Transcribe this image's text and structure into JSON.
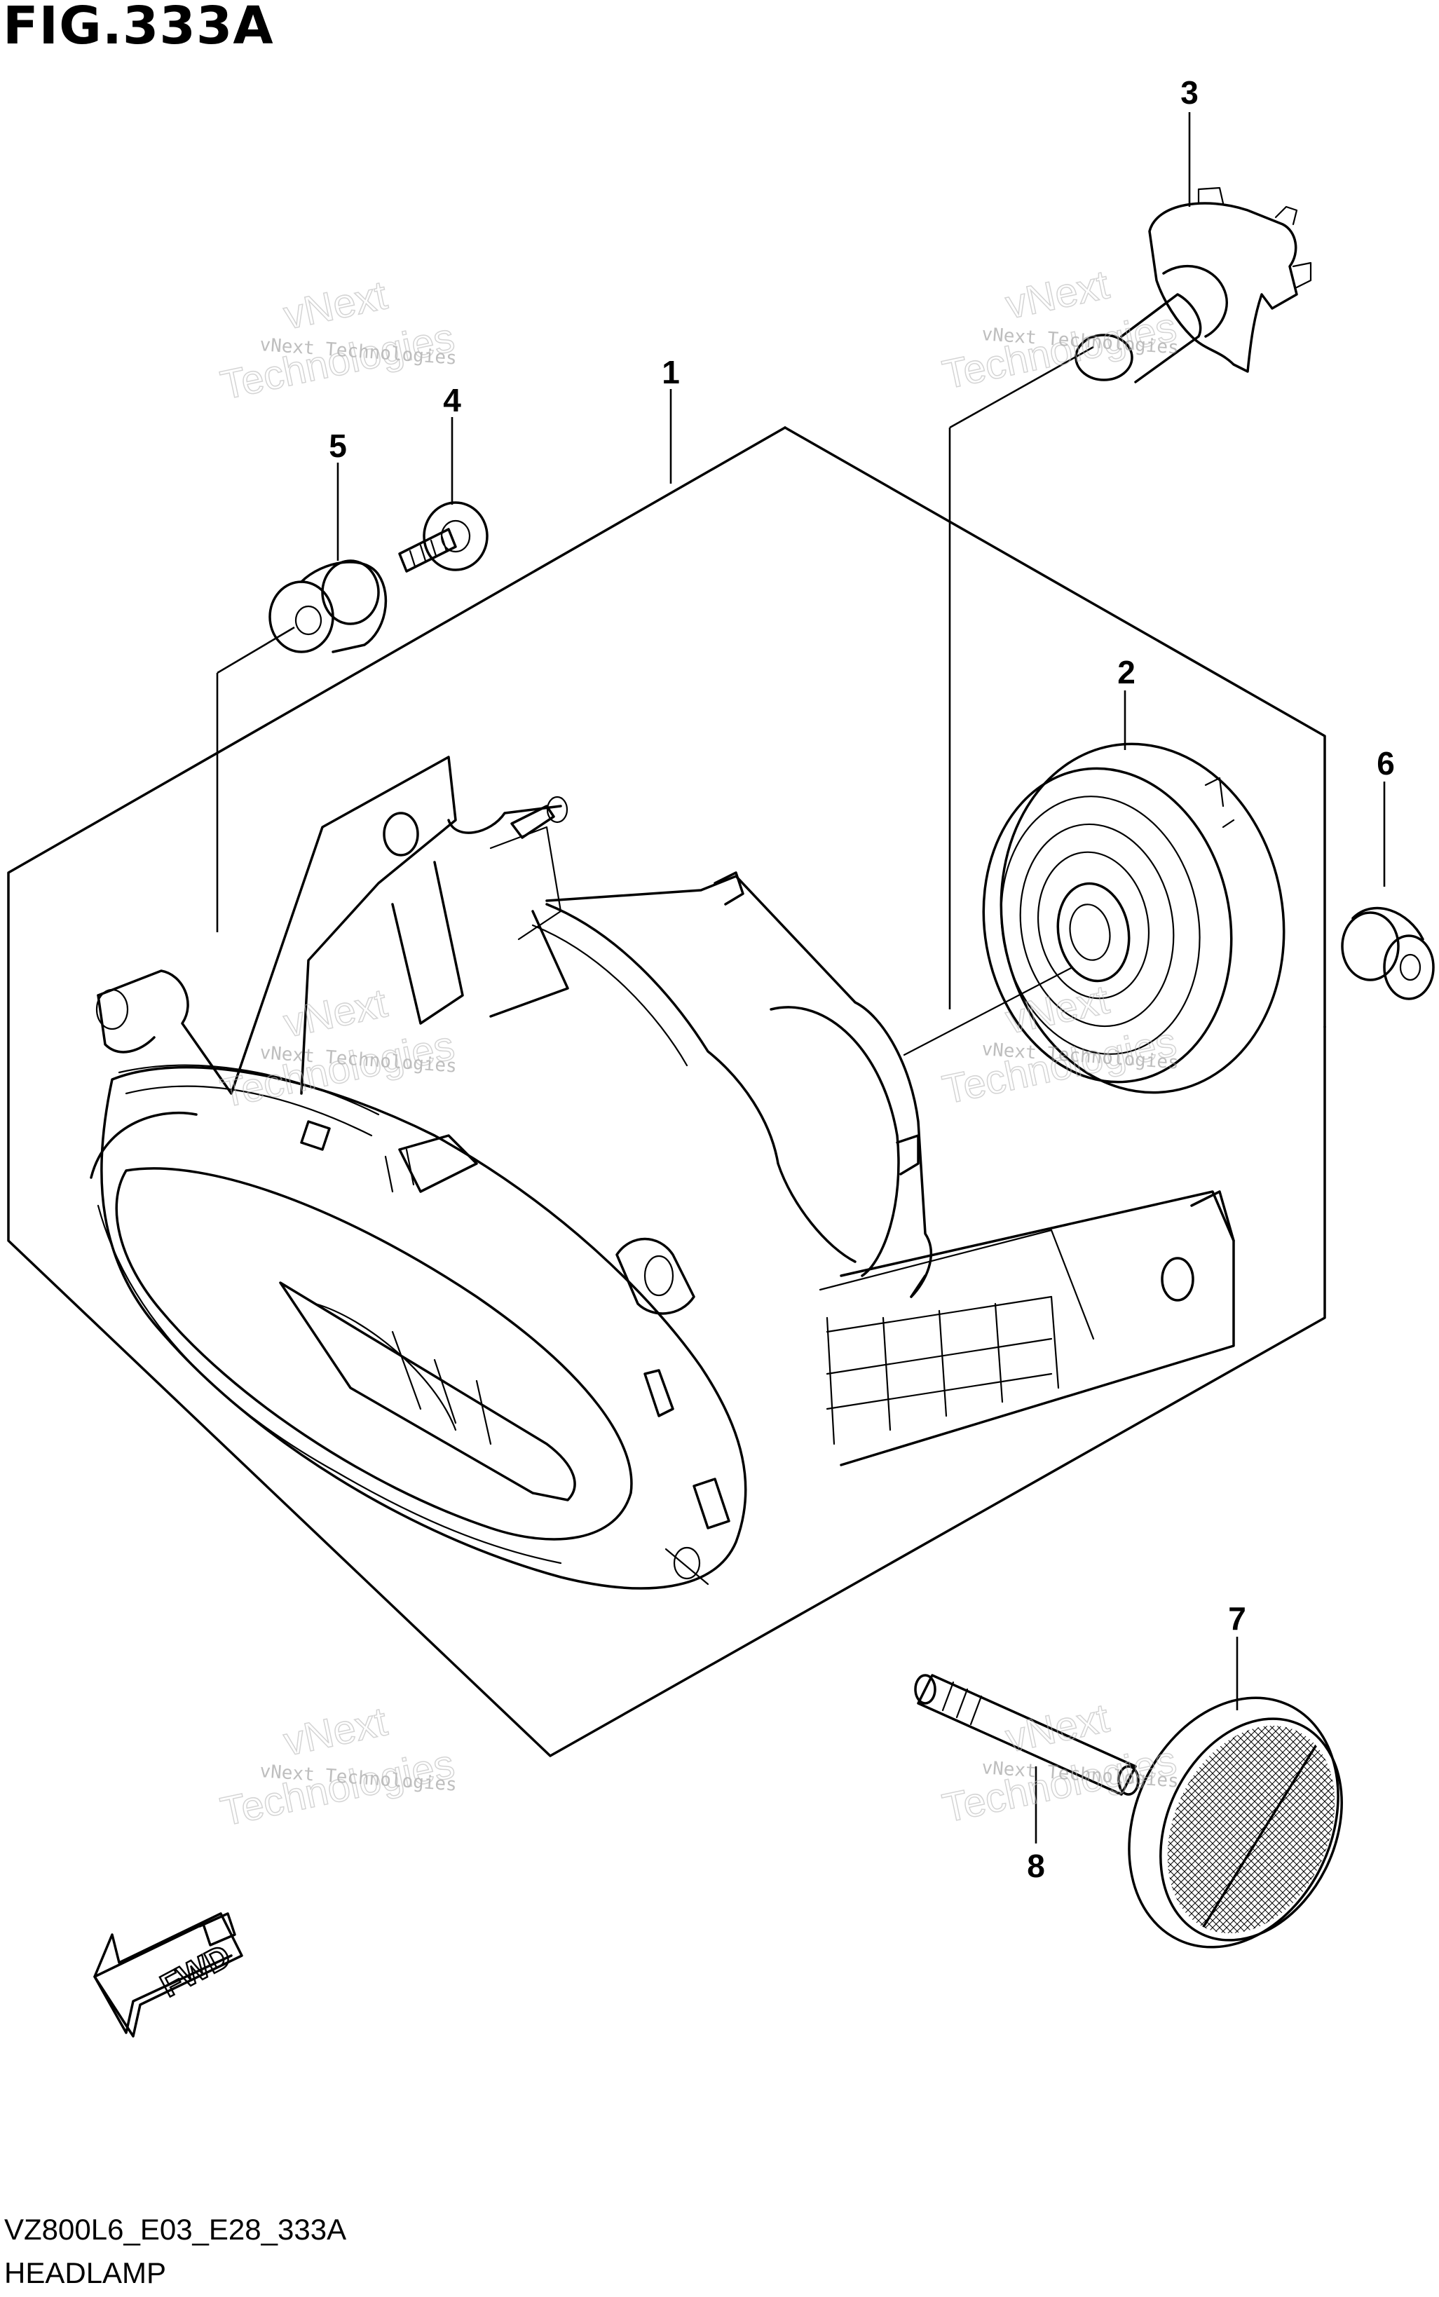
{
  "figure": {
    "title": "FIG.333A",
    "code": "VZ800L6_E03_E28_333A",
    "name": "HEADLAMP"
  },
  "callouts": [
    {
      "id": "1",
      "label": "1"
    },
    {
      "id": "2",
      "label": "2"
    },
    {
      "id": "3",
      "label": "3"
    },
    {
      "id": "4",
      "label": "4"
    },
    {
      "id": "5",
      "label": "5"
    },
    {
      "id": "6",
      "label": "6"
    },
    {
      "id": "7",
      "label": "7"
    },
    {
      "id": "8",
      "label": "8"
    }
  ],
  "watermark": {
    "line1": "vNext Technologies",
    "line2": "vNext",
    "line3": "Technologies"
  },
  "fwd_label": "FWD"
}
